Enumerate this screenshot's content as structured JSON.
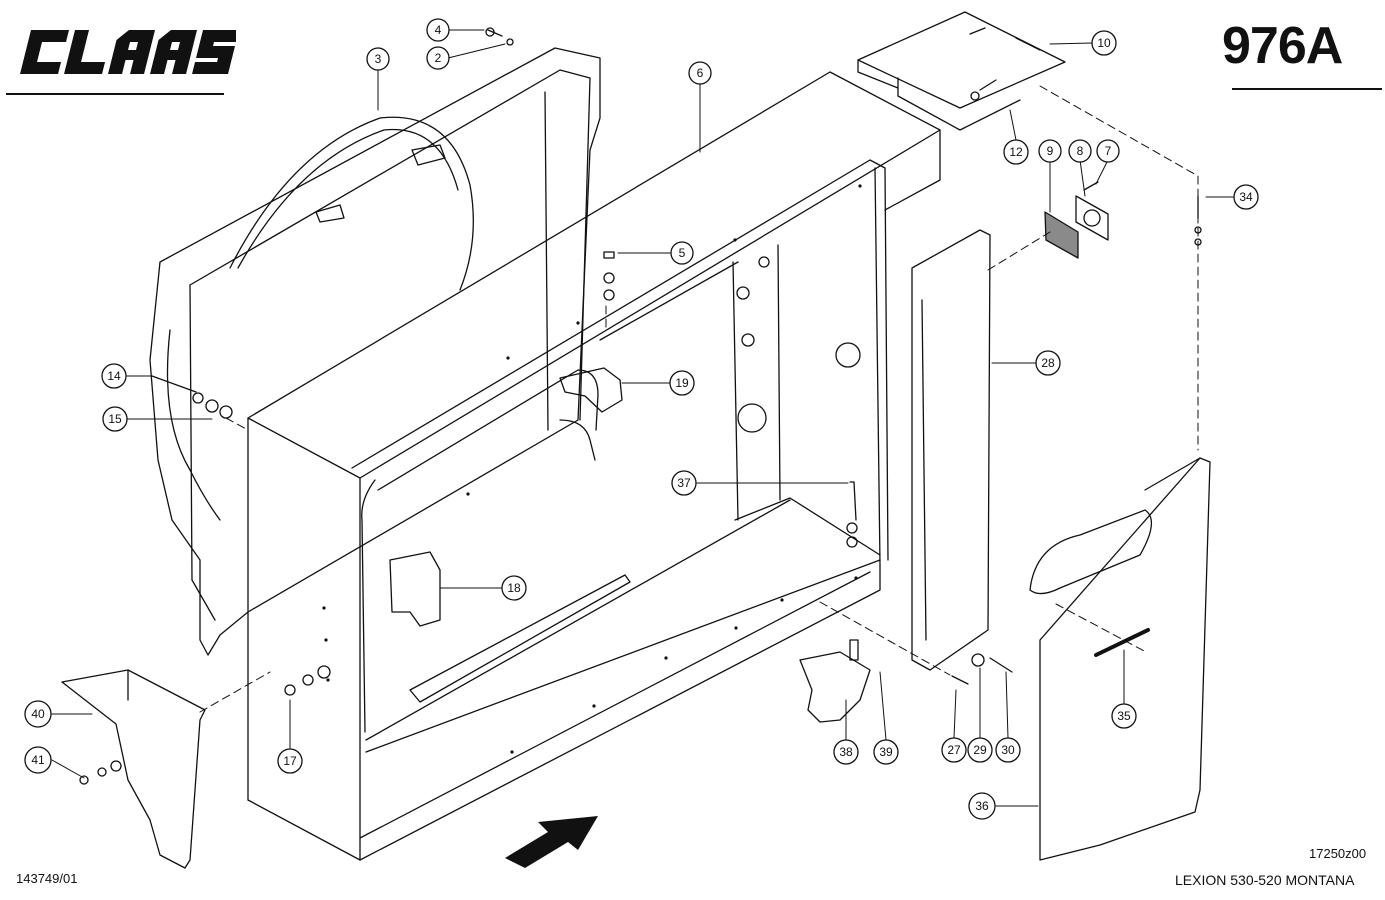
{
  "header": {
    "brand": "CLAAS",
    "sheet_number": "976A"
  },
  "footer": {
    "drawing_code": "17250z00",
    "model": "LEXION 530-520 MONTANA",
    "part_number": "143749/01"
  },
  "callouts": [
    {
      "label": "2"
    },
    {
      "label": "3"
    },
    {
      "label": "4"
    },
    {
      "label": "5"
    },
    {
      "label": "6"
    },
    {
      "label": "7"
    },
    {
      "label": "8"
    },
    {
      "label": "9"
    },
    {
      "label": "10"
    },
    {
      "label": "12"
    },
    {
      "label": "14"
    },
    {
      "label": "15"
    },
    {
      "label": "17"
    },
    {
      "label": "18"
    },
    {
      "label": "19"
    },
    {
      "label": "27"
    },
    {
      "label": "28"
    },
    {
      "label": "29"
    },
    {
      "label": "30"
    },
    {
      "label": "34"
    },
    {
      "label": "35"
    },
    {
      "label": "36"
    },
    {
      "label": "37"
    },
    {
      "label": "38"
    },
    {
      "label": "39"
    },
    {
      "label": "40"
    },
    {
      "label": "41"
    }
  ],
  "colors": {
    "ink": "#111111",
    "paper": "#ffffff",
    "shading": "#8a8a8a"
  }
}
